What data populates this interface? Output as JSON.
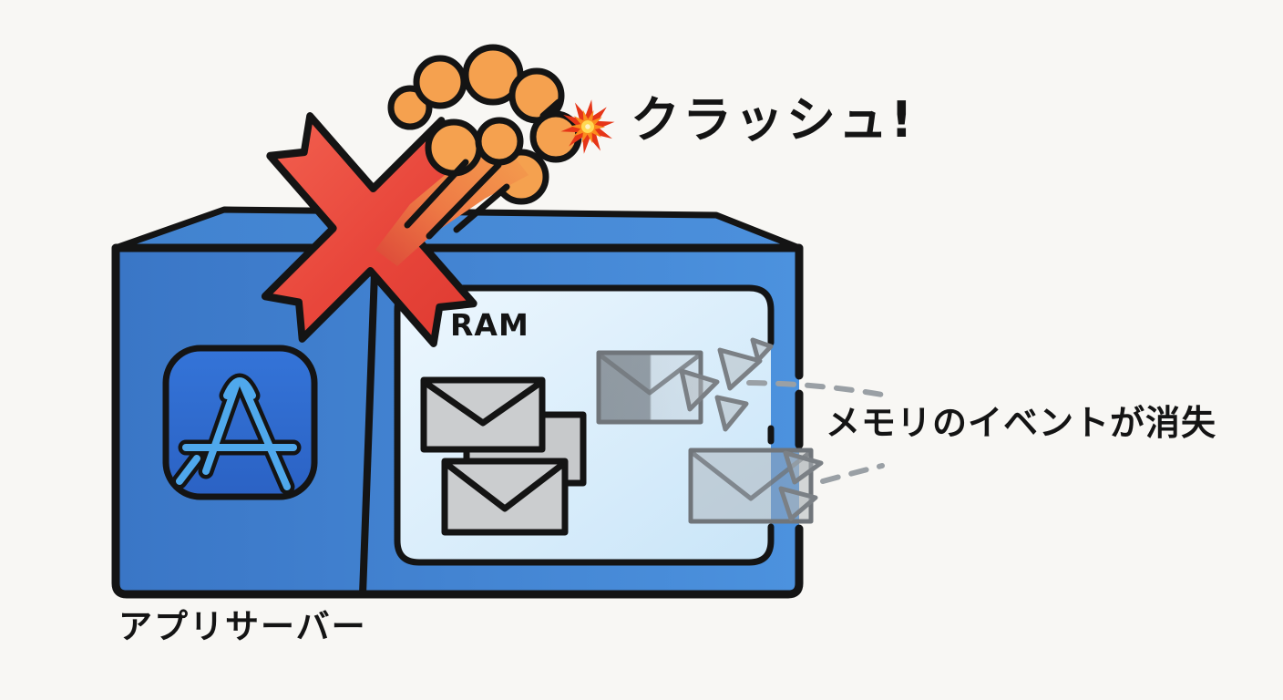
{
  "labels": {
    "crash": "クラッシュ!",
    "ram": "RAM",
    "server": "アプリサーバー",
    "memory_loss": "メモリのイベントが消失"
  },
  "icons": {
    "collision": "collision-burst-icon",
    "smoke": "smoke-cloud-icon",
    "crash_x": "crash-x-icon",
    "app": "app-store-icon",
    "envelope": "envelope-icon",
    "broken_envelope": "broken-envelope-icon",
    "shards": "shard-icon",
    "trajectory": "trajectory-dashed-line"
  },
  "colors": {
    "background": "#f8f7f4",
    "server_front_dark": "#3A76C6",
    "server_front_light": "#4C92DE",
    "server_top": "#4586D5",
    "ram_panel_light": "#EDF7FE",
    "ram_panel_blue": "#C9E5F8",
    "outline": "#141414",
    "x_red": "#E8463B",
    "smoke_orange": "#F5A14F",
    "envelope_gray": "#CBCDCF",
    "faded_outline_gray": "#70757A",
    "dash_gray": "#9AA0A5",
    "app_tile_blue": "#2F6DD0",
    "app_glyph_blue": "#4FA8EC",
    "text": "#141414"
  }
}
